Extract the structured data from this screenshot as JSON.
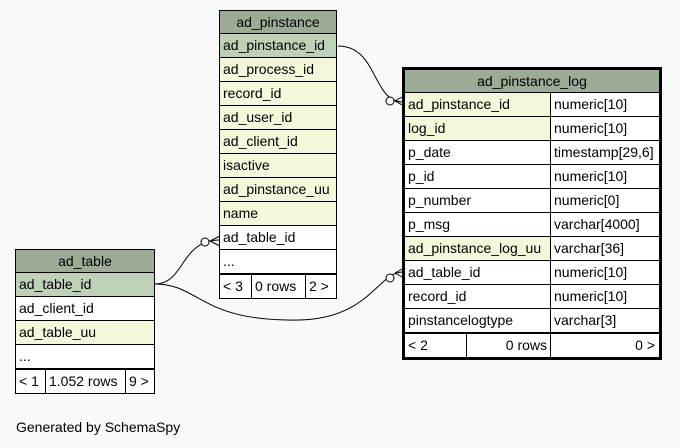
{
  "tables": {
    "ad_pinstance": {
      "title": "ad_pinstance",
      "columns": [
        "ad_pinstance_id",
        "ad_process_id",
        "record_id",
        "ad_user_id",
        "ad_client_id",
        "isactive",
        "ad_pinstance_uu",
        "name",
        "ad_table_id",
        "..."
      ],
      "footer": [
        "< 3",
        "0 rows",
        "2 >"
      ]
    },
    "ad_pinstance_log": {
      "title": "ad_pinstance_log",
      "columns": [
        {
          "name": "ad_pinstance_id",
          "type": "numeric[10]"
        },
        {
          "name": "log_id",
          "type": "numeric[10]"
        },
        {
          "name": "p_date",
          "type": "timestamp[29,6]"
        },
        {
          "name": "p_id",
          "type": "numeric[10]"
        },
        {
          "name": "p_number",
          "type": "numeric[0]"
        },
        {
          "name": "p_msg",
          "type": "varchar[4000]"
        },
        {
          "name": "ad_pinstance_log_uu",
          "type": "varchar[36]"
        },
        {
          "name": "ad_table_id",
          "type": "numeric[10]"
        },
        {
          "name": "record_id",
          "type": "numeric[10]"
        },
        {
          "name": "pinstancelogtype",
          "type": "varchar[3]"
        }
      ],
      "footer": [
        "< 2",
        "0 rows",
        "0 >"
      ]
    },
    "ad_table": {
      "title": "ad_table",
      "columns": [
        "ad_table_id",
        "ad_client_id",
        "ad_table_uu",
        "..."
      ],
      "footer": [
        "< 1",
        "1.052 rows",
        "9 >"
      ]
    }
  },
  "generated_by": "Generated by SchemaSpy"
}
